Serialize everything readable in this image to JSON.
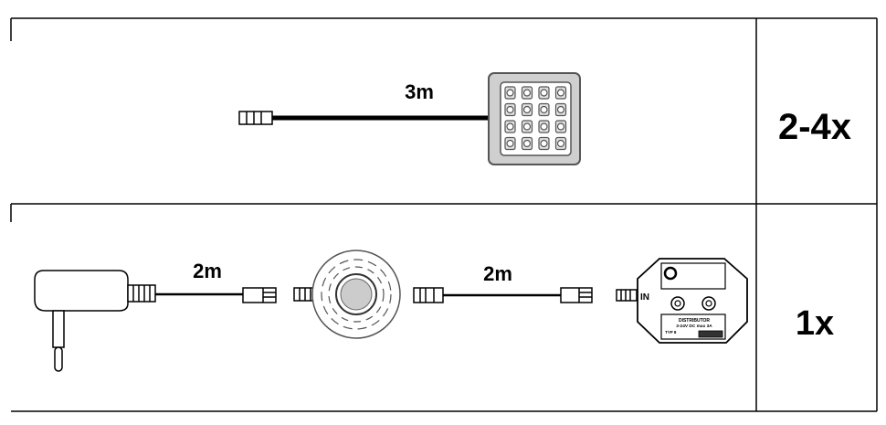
{
  "row1": {
    "cable_length": "3m",
    "quantity": "2-4x"
  },
  "row2": {
    "adapter_cable_length": "2m",
    "switch_cable_length": "2m",
    "input_label": "IN",
    "distributor_title": "DISTRIBUTOR",
    "distributor_rating": "3-24V DC max 3A",
    "distributor_type": "TYP 8",
    "quantity": "1x"
  },
  "colors": {
    "line": "#000000",
    "panel_gray": "#cfcfcf"
  }
}
